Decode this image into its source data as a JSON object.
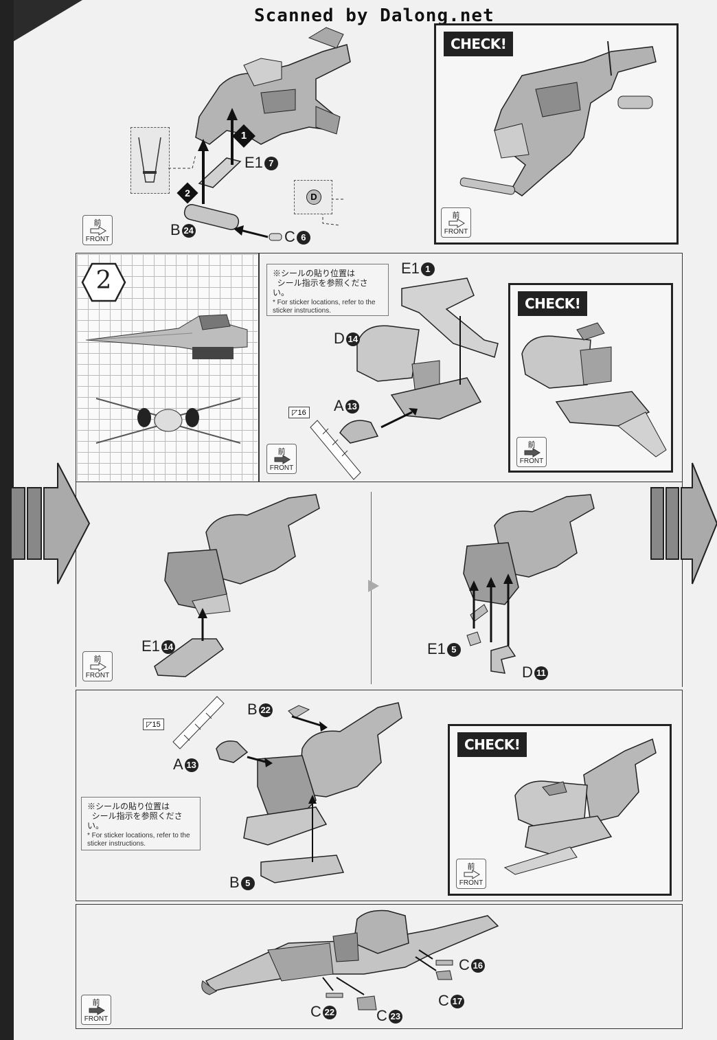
{
  "header": {
    "scan_credit": "Scanned by Dalong.net"
  },
  "front_icon": {
    "kanji": "前",
    "label": "FRONT"
  },
  "check_label": "CHECK!",
  "step1": {
    "parts": [
      {
        "letter": "E1",
        "num": "7"
      },
      {
        "letter": "B",
        "num": "24"
      },
      {
        "letter": "C",
        "num": "6"
      }
    ],
    "order_marks": [
      "1",
      "2"
    ],
    "detail_label": "D"
  },
  "step2": {
    "step_number": "2",
    "note_jp_line1": "※シールの貼り位置は",
    "note_jp_line2": "シール指示を参照ください。",
    "note_en": "* For sticker locations, refer to the sticker instructions.",
    "sticker": "16",
    "parts": [
      {
        "letter": "E1",
        "num": "1"
      },
      {
        "letter": "D",
        "num": "14"
      },
      {
        "letter": "A",
        "num": "13"
      }
    ]
  },
  "step3": {
    "left_parts": [
      {
        "letter": "E1",
        "num": "14"
      }
    ],
    "right_parts": [
      {
        "letter": "E1",
        "num": "5"
      },
      {
        "letter": "D",
        "num": "11"
      }
    ]
  },
  "step4": {
    "sticker": "15",
    "note_jp_line1": "※シールの貼り位置は",
    "note_jp_line2": "シール指示を参照ください。",
    "note_en": "* For sticker locations, refer to the sticker instructions.",
    "parts": [
      {
        "letter": "B",
        "num": "22"
      },
      {
        "letter": "A",
        "num": "13"
      },
      {
        "letter": "B",
        "num": "5"
      }
    ]
  },
  "step5": {
    "parts": [
      {
        "letter": "C",
        "num": "16"
      },
      {
        "letter": "C",
        "num": "17"
      },
      {
        "letter": "C",
        "num": "22"
      },
      {
        "letter": "C",
        "num": "23"
      }
    ]
  }
}
